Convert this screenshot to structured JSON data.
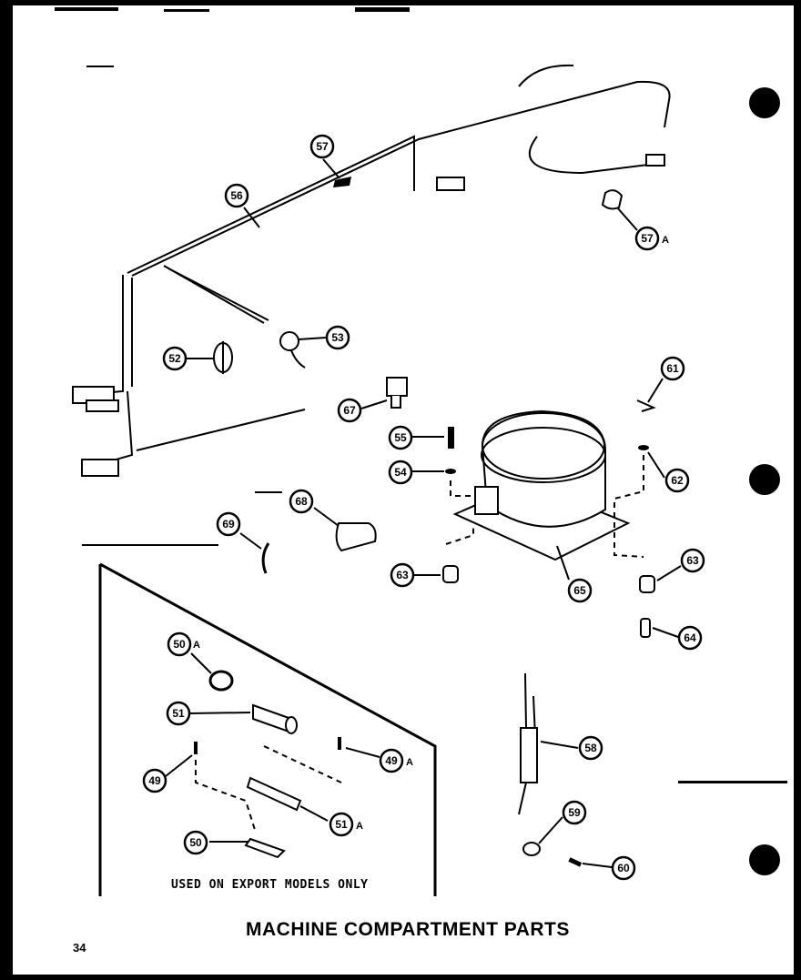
{
  "page": {
    "title": "MACHINE COMPARTMENT PARTS",
    "page_number": "34",
    "export_note": "USED ON EXPORT MODELS ONLY"
  },
  "callouts": [
    {
      "id": "c57",
      "num": "57",
      "suffix": ""
    },
    {
      "id": "c56",
      "num": "56",
      "suffix": ""
    },
    {
      "id": "c57a",
      "num": "57",
      "suffix": "A"
    },
    {
      "id": "c52",
      "num": "52",
      "suffix": ""
    },
    {
      "id": "c53",
      "num": "53",
      "suffix": ""
    },
    {
      "id": "c61",
      "num": "61",
      "suffix": ""
    },
    {
      "id": "c67",
      "num": "67",
      "suffix": ""
    },
    {
      "id": "c55",
      "num": "55",
      "suffix": ""
    },
    {
      "id": "c54",
      "num": "54",
      "suffix": ""
    },
    {
      "id": "c62",
      "num": "62",
      "suffix": ""
    },
    {
      "id": "c68",
      "num": "68",
      "suffix": ""
    },
    {
      "id": "c69",
      "num": "69",
      "suffix": ""
    },
    {
      "id": "c63l",
      "num": "63",
      "suffix": ""
    },
    {
      "id": "c65",
      "num": "65",
      "suffix": ""
    },
    {
      "id": "c63r",
      "num": "63",
      "suffix": ""
    },
    {
      "id": "c64",
      "num": "64",
      "suffix": ""
    },
    {
      "id": "c50a",
      "num": "50",
      "suffix": "A"
    },
    {
      "id": "c51",
      "num": "51",
      "suffix": ""
    },
    {
      "id": "c49a",
      "num": "49",
      "suffix": "A"
    },
    {
      "id": "c49",
      "num": "49",
      "suffix": ""
    },
    {
      "id": "c51a",
      "num": "51",
      "suffix": "A"
    },
    {
      "id": "c50",
      "num": "50",
      "suffix": ""
    },
    {
      "id": "c58",
      "num": "58",
      "suffix": ""
    },
    {
      "id": "c59",
      "num": "59",
      "suffix": ""
    },
    {
      "id": "c60",
      "num": "60",
      "suffix": ""
    }
  ]
}
